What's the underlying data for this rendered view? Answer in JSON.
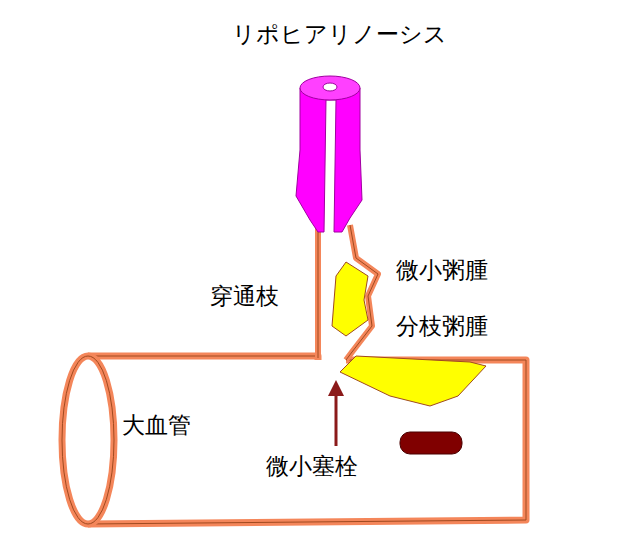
{
  "diagram": {
    "labels": [
      "リポヒアリノーシス",
      "微小粥腫",
      "分枝粥腫",
      "穿通枝",
      "大血管",
      "微小塞栓"
    ]
  }
}
